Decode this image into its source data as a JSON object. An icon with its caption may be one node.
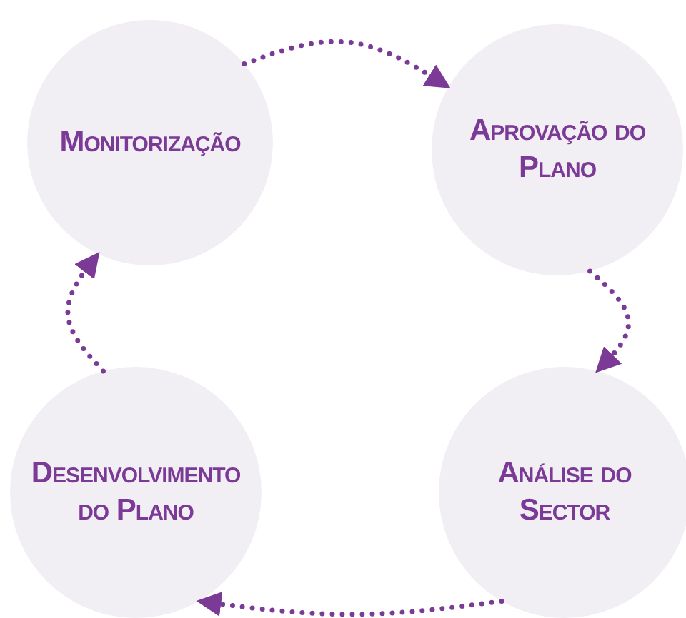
{
  "diagram": {
    "nodes": [
      {
        "text": [
          "Monitorização"
        ]
      },
      {
        "text": [
          "Aprovação do Plano"
        ]
      },
      {
        "text": [
          "Análise do Sector"
        ]
      },
      {
        "text": [
          "Desenvolvimento do Plano"
        ]
      }
    ],
    "edges": [
      {
        "from": 0,
        "to": 1,
        "arrow": "to"
      },
      {
        "from": 1,
        "to": 2,
        "arrow": "to"
      },
      {
        "from": 2,
        "to": 3,
        "arrow": "to"
      },
      {
        "from": 3,
        "to": 0,
        "arrow": "to"
      }
    ]
  }
}
